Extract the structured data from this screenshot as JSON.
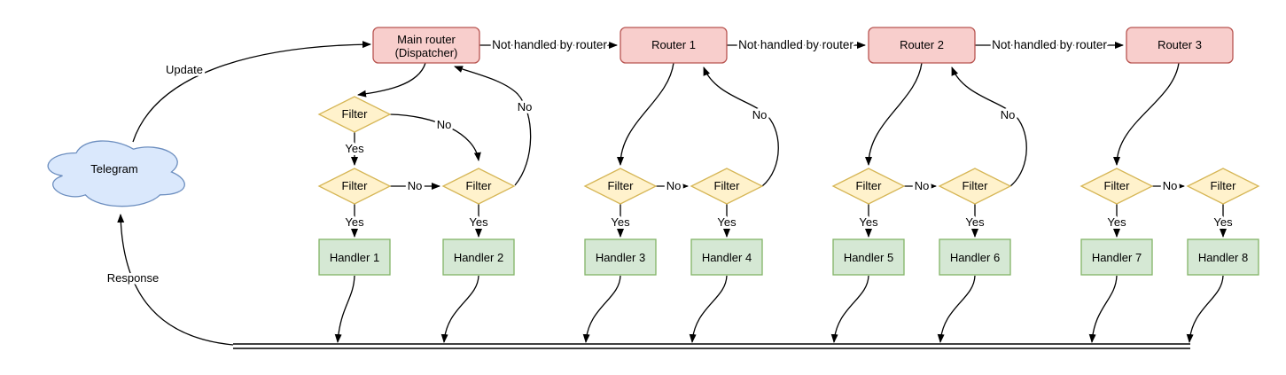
{
  "labels": {
    "filter": "Filter",
    "yes": "Yes",
    "no": "No",
    "not_handled": "Not handled by router",
    "update": "Update",
    "response": "Response"
  },
  "nodes": {
    "telegram": "Telegram",
    "main_router": {
      "line1": "Main router",
      "line2": "(Dispatcher)"
    },
    "routers": [
      "Router 1",
      "Router 2",
      "Router 3"
    ],
    "handlers": [
      "Handler 1",
      "Handler 2",
      "Handler 3",
      "Handler 4",
      "Handler 5",
      "Handler 6",
      "Handler 7",
      "Handler 8"
    ]
  },
  "colors": {
    "router_fill": "#f8cecc",
    "router_stroke": "#b85450",
    "filter_fill": "#fff2cc",
    "filter_stroke": "#d6b656",
    "handler_fill": "#d5e8d4",
    "handler_stroke": "#82b366",
    "cloud_fill": "#dae8fc",
    "cloud_stroke": "#6c8ebf",
    "edge_stroke": "#000000"
  }
}
